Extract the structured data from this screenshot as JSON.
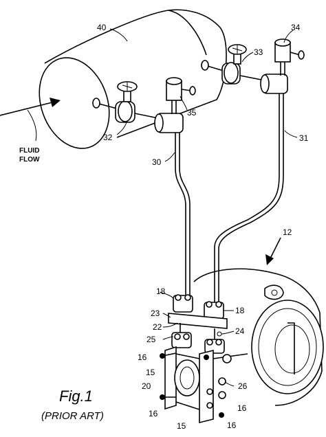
{
  "labels": {
    "l40": "40",
    "l34": "34",
    "l33": "33",
    "l35": "35",
    "l32": "32",
    "l31": "31",
    "l30": "30",
    "l12": "12",
    "l18a": "18",
    "l18b": "18",
    "l23": "23",
    "l22": "22",
    "l24": "24",
    "l25": "25",
    "l16a": "16",
    "l15a": "15",
    "l20": "20",
    "l26": "26",
    "l16b": "16",
    "l16c": "16",
    "l16d": "16",
    "l15b": "15",
    "fluid1": "FLUID",
    "fluid2": "FLOW"
  },
  "figure": {
    "title": "Fig.1",
    "subtitle": "(PRIOR ART)"
  }
}
